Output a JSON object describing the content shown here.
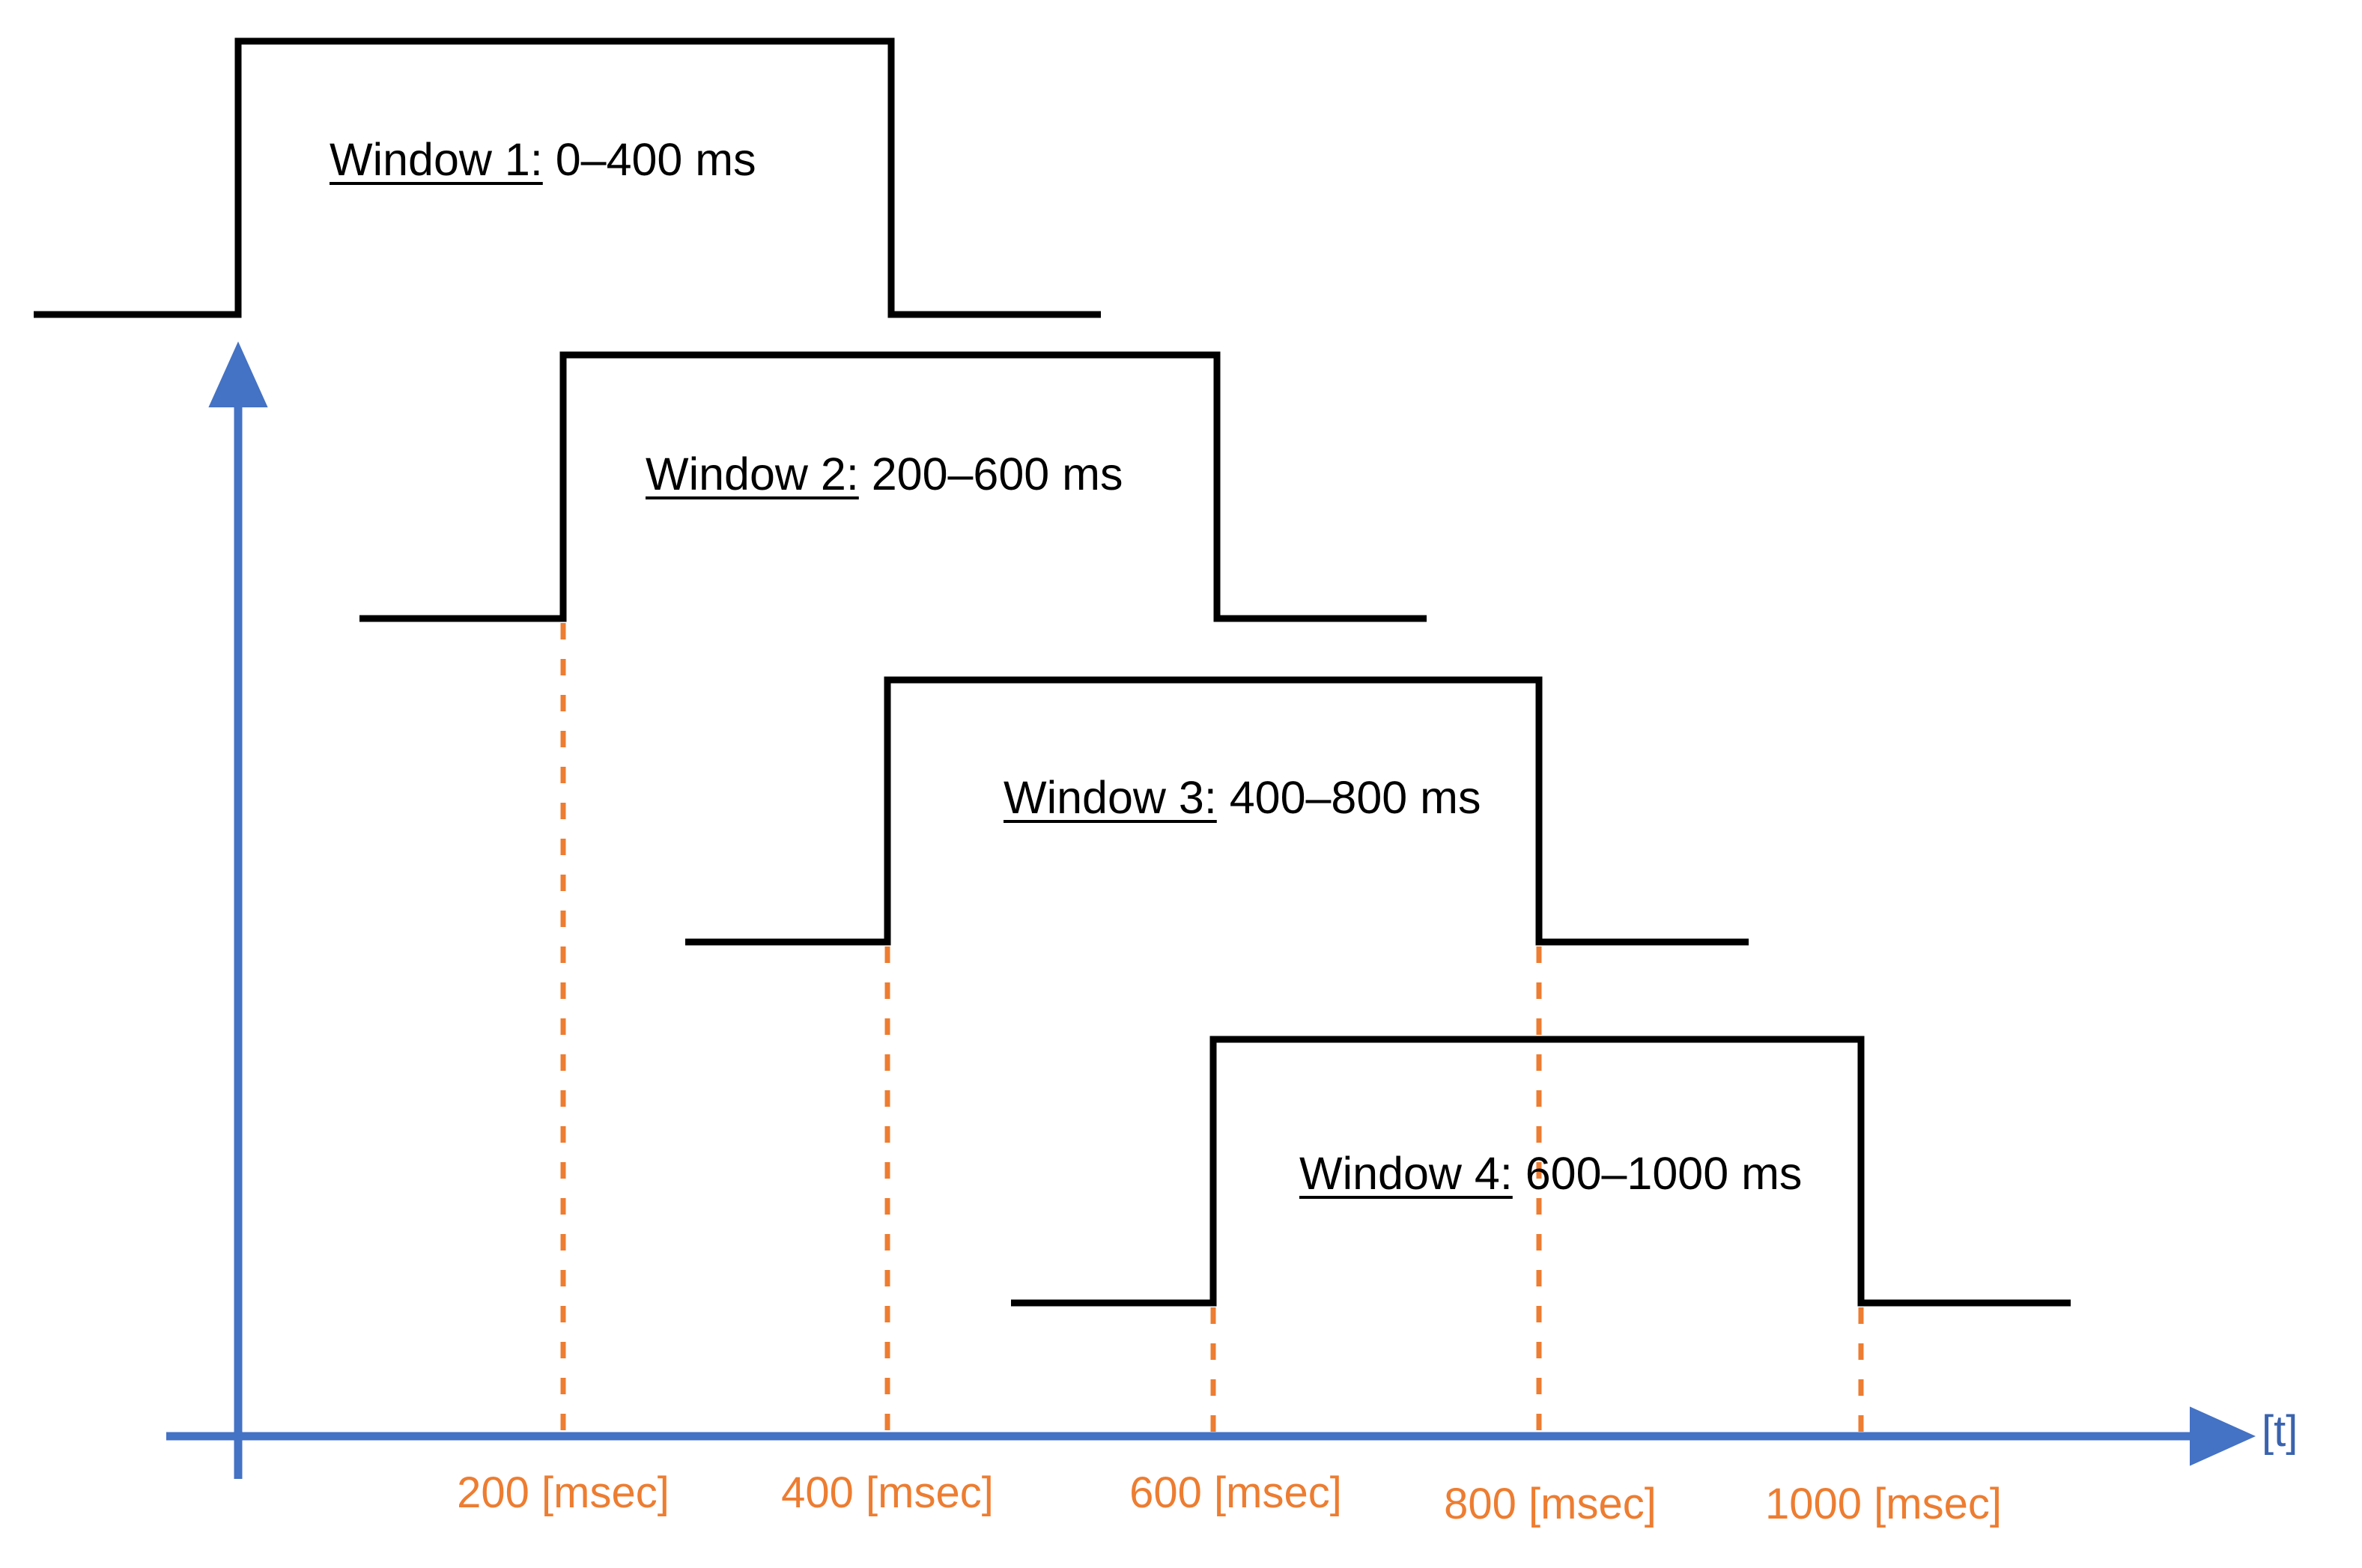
{
  "figure": {
    "title": "Sliding analysis windows over time",
    "background_color": "#FFFFFF",
    "trace_color": "#000000",
    "axis_color": "#4472C4",
    "tick_color": "#ED7D31"
  },
  "axes": {
    "time_axis_label": "[t]",
    "time_axis_unit": "msec",
    "origin_ms": 0
  },
  "ticks": [
    {
      "value": 200,
      "label": "200 [msec]"
    },
    {
      "value": 400,
      "label": "400 [msec]"
    },
    {
      "value": 600,
      "label": "600 [msec]"
    },
    {
      "value": 800,
      "label": "800 [msec]"
    },
    {
      "value": 1000,
      "label": "1000 [msec]"
    }
  ],
  "windows": [
    {
      "name": "Window 1:",
      "range": " 0–400 ms",
      "start_ms": 0,
      "end_ms": 400
    },
    {
      "name": "Window 2:",
      "range": " 200–600 ms",
      "start_ms": 200,
      "end_ms": 600
    },
    {
      "name": "Window 3:",
      "range": " 400–800 ms",
      "start_ms": 400,
      "end_ms": 800
    },
    {
      "name": "Window 4:",
      "range": " 600–1000 ms",
      "start_ms": 600,
      "end_ms": 1000
    }
  ],
  "chart_data": {
    "type": "line",
    "title": "Overlapping 400 ms sliding windows",
    "xlabel": "[t]",
    "ylabel": "",
    "xlim": [
      0,
      1200
    ],
    "ylim": [
      0,
      4
    ],
    "grid": false,
    "legend": "none",
    "x_tick_values": [
      200,
      400,
      600,
      800,
      1000
    ],
    "x_tick_labels": [
      "200 [msec]",
      "400 [msec]",
      "600 [msec]",
      "800 [msec]",
      "1000 [msec]"
    ],
    "series": [
      {
        "name": "Window 1: 0–400 ms",
        "gate_on_ms": 0,
        "gate_off_ms": 400,
        "low": 0,
        "high": 1
      },
      {
        "name": "Window 2: 200–600 ms",
        "gate_on_ms": 200,
        "gate_off_ms": 600,
        "low": 0,
        "high": 1
      },
      {
        "name": "Window 3: 400–800 ms",
        "gate_on_ms": 400,
        "gate_off_ms": 800,
        "low": 0,
        "high": 1
      },
      {
        "name": "Window 4: 600–1000 ms",
        "gate_on_ms": 600,
        "gate_off_ms": 1000,
        "low": 0,
        "high": 1
      }
    ],
    "annotations": [
      "Window 1: 0–400 ms",
      "Window 2: 200–600 ms",
      "Window 3: 400–800 ms",
      "Window 4: 600–1000 ms"
    ]
  }
}
